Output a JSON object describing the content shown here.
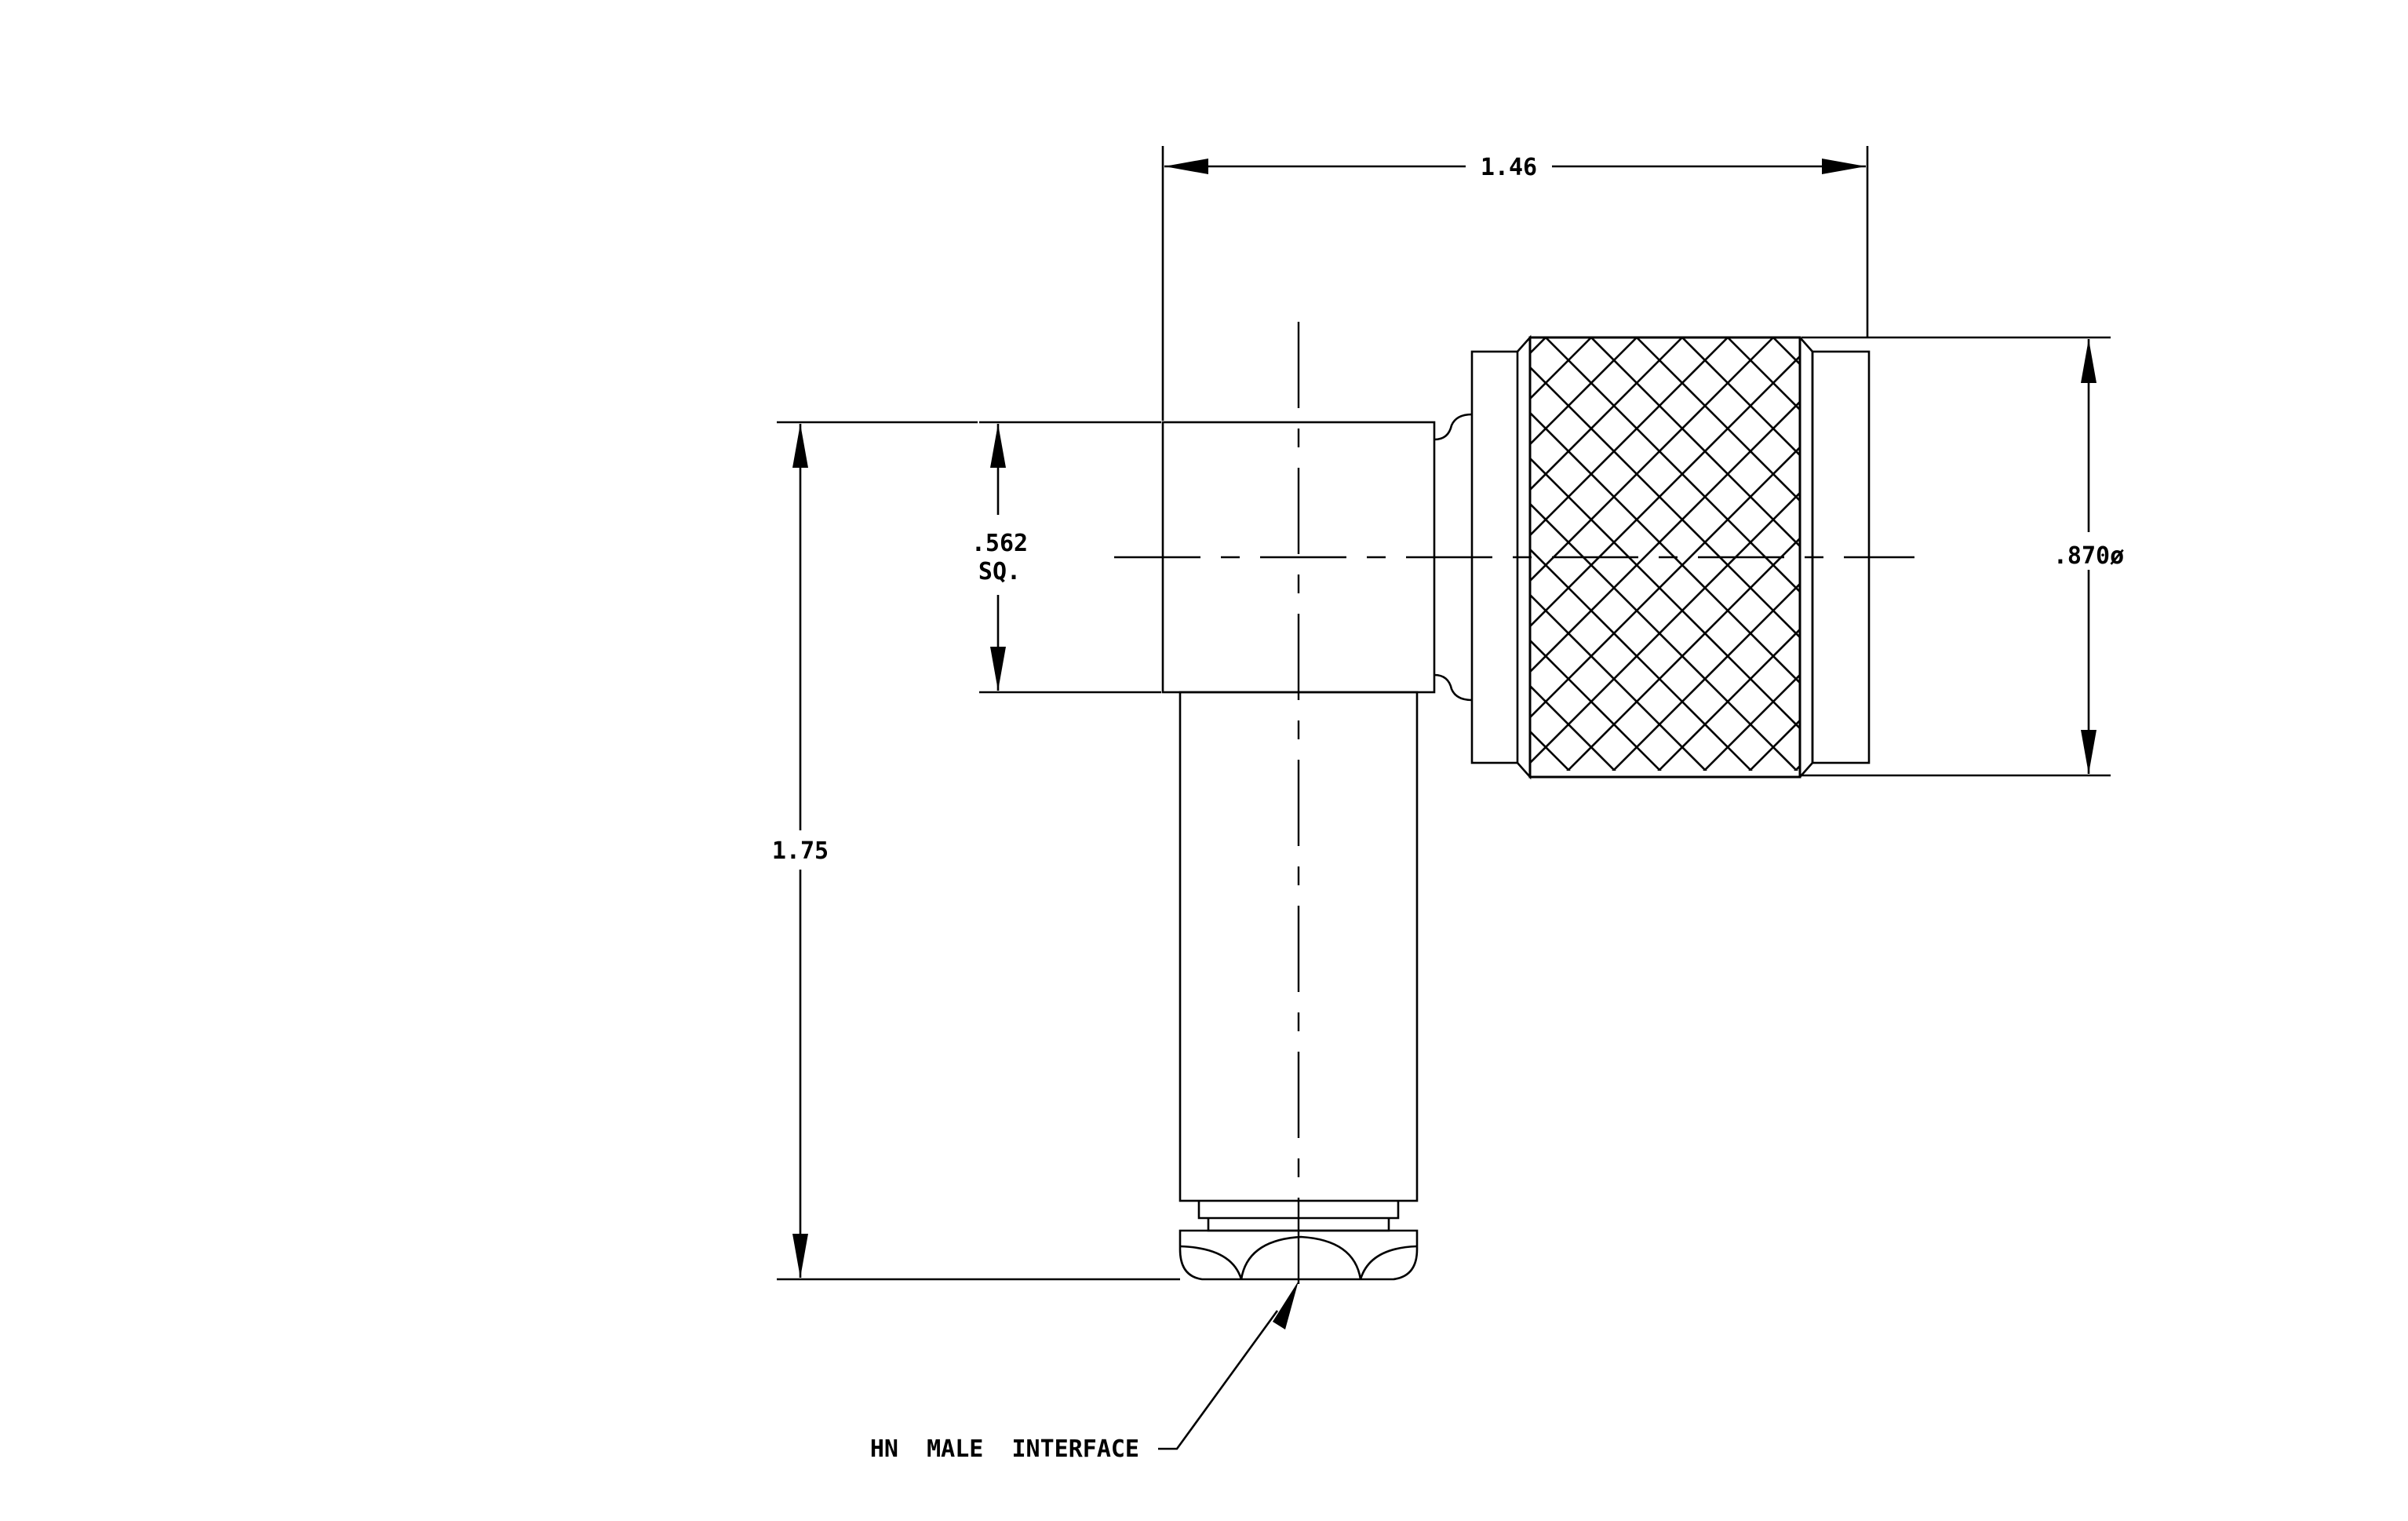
{
  "drawing": {
    "ink_color": "#000000",
    "background_color": "#ffffff",
    "dimensions": {
      "overall_width": "1.46",
      "square_size_value": ".562",
      "square_size_suffix": "SQ.",
      "overall_height": "1.75",
      "knurl_diameter": ".870ø"
    },
    "callouts": {
      "interface": "HN  MALE  INTERFACE"
    }
  }
}
